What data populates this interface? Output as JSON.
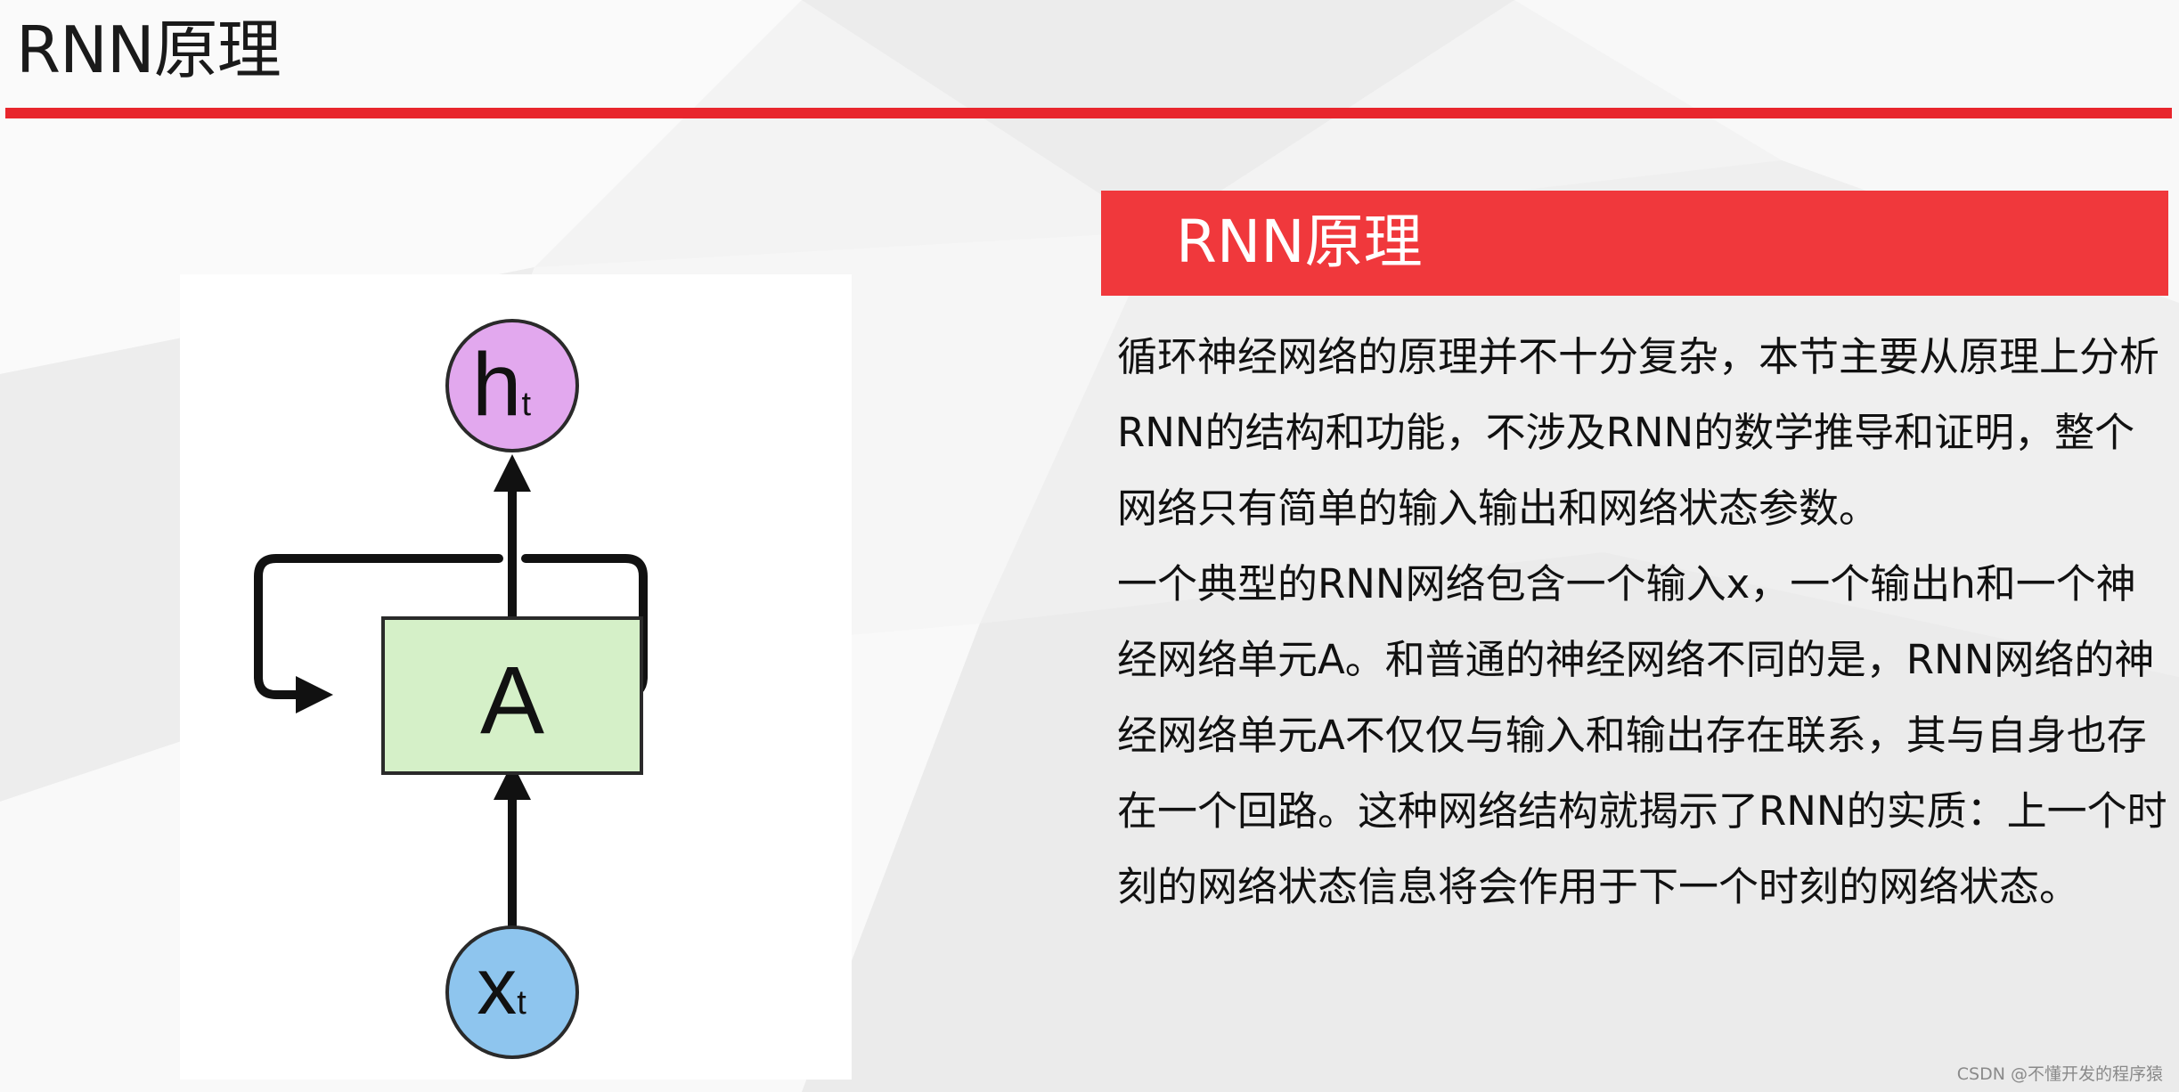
{
  "slide": {
    "title": "RNN原理"
  },
  "section": {
    "title": "RNN原理",
    "paragraphs": [
      "循环神经网络的原理并不十分复杂，本节主要从原理上分析RNN的结构和功能，不涉及RNN的数学推导和证明，整个网络只有简单的输入输出和网络状态参数。",
      "一个典型的RNN网络包含一个输入x，一个输出h和一个神经网络单元A。和普通的神经网络不同的是，RNN网络的神经网络单元A不仅仅与输入和输出存在联系，其与自身也存在一个回路。这种网络结构就揭示了RNN的实质：上一个时刻的网络状态信息将会作用于下一个时刻的网络状态。"
    ]
  },
  "diagram": {
    "output_node": {
      "main": "h",
      "sub": "t"
    },
    "cell": {
      "label": "A"
    },
    "input_node": {
      "main": "x",
      "sub": "t"
    }
  },
  "watermark": "CSDN @不懂开发的程序猿",
  "colors": {
    "accent": "#e8262d",
    "header_bg": "#f0383c",
    "output_node_fill": "#e2a8ee",
    "cell_fill": "#d5f0c8",
    "input_node_fill": "#8ec5ee"
  }
}
